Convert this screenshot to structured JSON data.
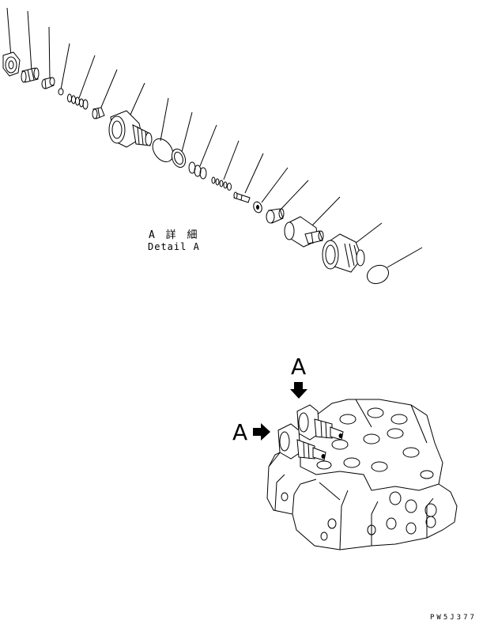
{
  "labels": {
    "detail_jp": "A 詳 細",
    "detail_en": "Detail A",
    "view_marker_top": "A",
    "view_marker_left": "A",
    "drawing_code": "PW5J377"
  },
  "parts": [
    {
      "name": "hex-nut"
    },
    {
      "name": "adjust-screw"
    },
    {
      "name": "lock-nut"
    },
    {
      "name": "small-ball"
    },
    {
      "name": "spring"
    },
    {
      "name": "poppet"
    },
    {
      "name": "relief-body"
    },
    {
      "name": "o-ring"
    },
    {
      "name": "backup-ring"
    },
    {
      "name": "sleeve"
    },
    {
      "name": "spring-2"
    },
    {
      "name": "piston"
    },
    {
      "name": "washer"
    },
    {
      "name": "seat"
    },
    {
      "name": "main-poppet"
    },
    {
      "name": "plug"
    },
    {
      "name": "o-ring-2"
    }
  ]
}
